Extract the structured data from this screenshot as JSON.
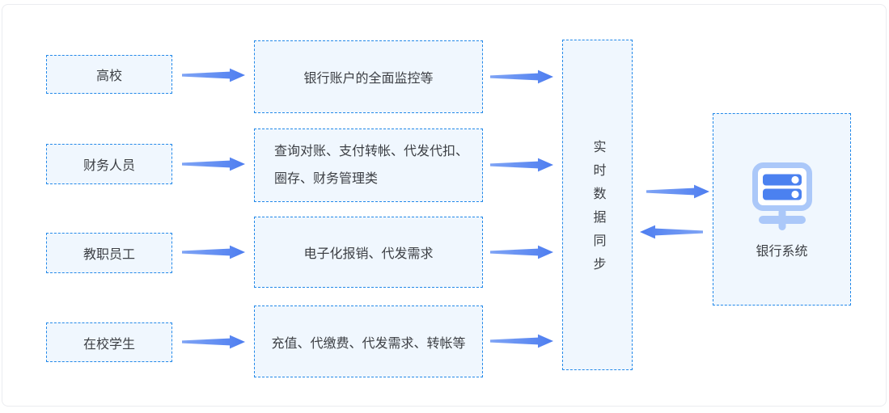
{
  "colors": {
    "dashed_border": "#2389e9",
    "box_fill": "#f0f7fe",
    "arrow_light": "#7fa4f5",
    "arrow_dark": "#4d7df0",
    "icon_light": "#abc8f9",
    "icon_dark": "#4b81f0",
    "text": "#3c3f44"
  },
  "rows": [
    {
      "role": "高校",
      "func_lines": [
        "银行账户的全面监控等"
      ]
    },
    {
      "role": "财务人员",
      "func_lines": [
        "查询对账、支付转帐、代发代扣、",
        "圈存、财务管理类"
      ]
    },
    {
      "role": "教职员工",
      "func_lines": [
        "电子化报销、代发需求"
      ]
    },
    {
      "role": "在校学生",
      "func_lines": [
        "充值、代缴费、代发需求、转帐等"
      ]
    }
  ],
  "sync_box": {
    "label": "实时数据同步"
  },
  "bank_box": {
    "label": "银行系统",
    "icon": "server-icon"
  }
}
